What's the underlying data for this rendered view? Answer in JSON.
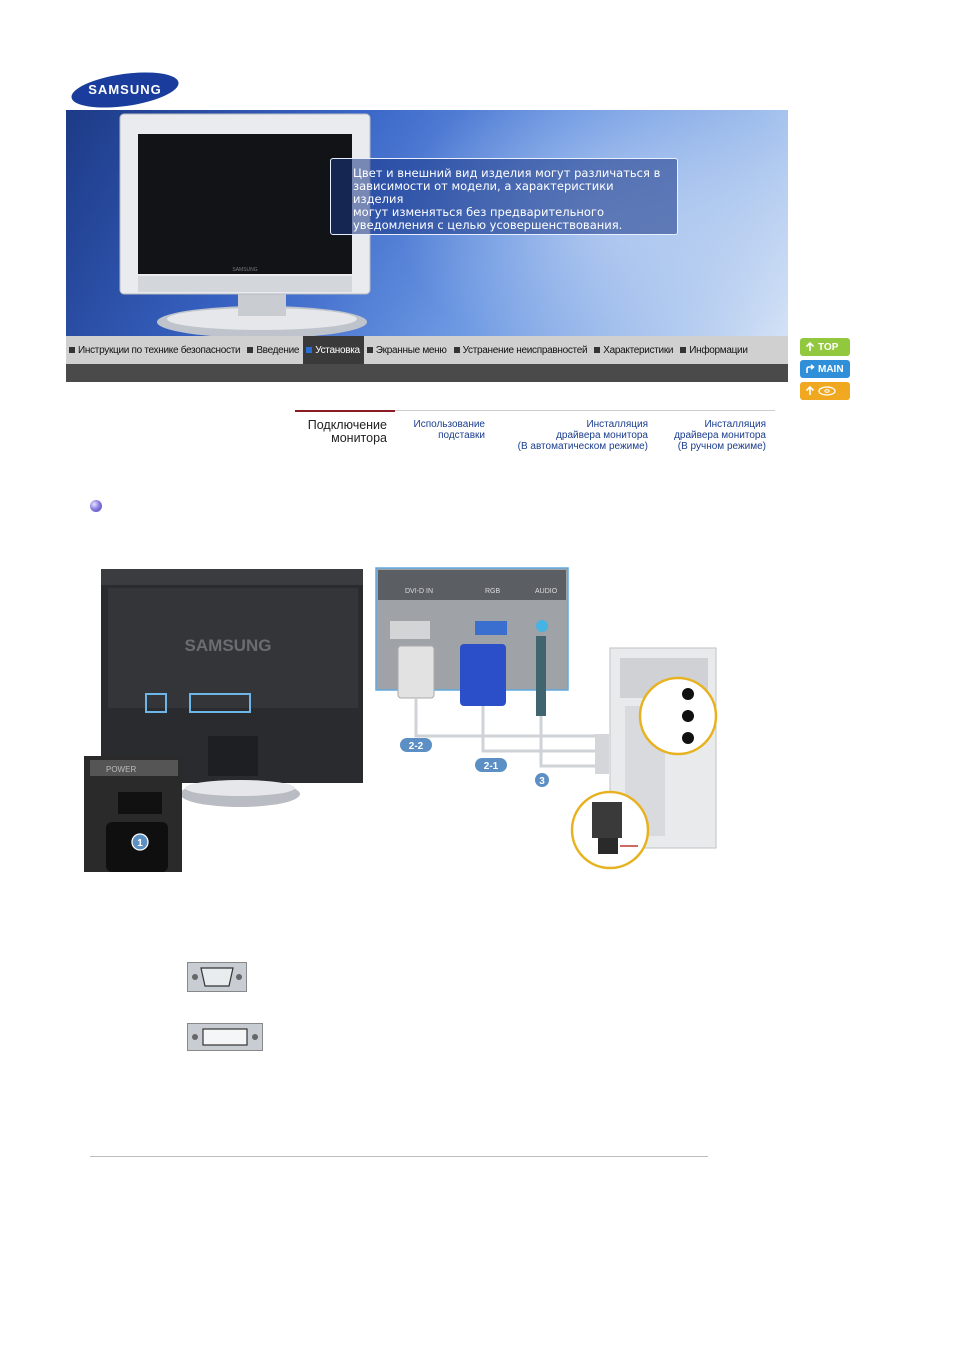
{
  "logo": {
    "text": "SAMSUNG"
  },
  "banner": {
    "notice_lines": [
      "Цвет и внешний вид изделия могут различаться в",
      "зависимости от модели, а характеристики изделия",
      "могут изменяться без предварительного",
      "уведомления с целью усовершенствования."
    ],
    "monitor_brand": "SAMSUNG"
  },
  "main_nav": [
    {
      "label": "Инструкции по технике безопасности",
      "active": false
    },
    {
      "label": "Введение",
      "active": false
    },
    {
      "label": "Установка",
      "active": true
    },
    {
      "label": "Экранные меню",
      "active": false
    },
    {
      "label": "Устранение неисправностей",
      "active": false
    },
    {
      "label": "Характеристики",
      "active": false
    },
    {
      "label": "Информации",
      "active": false
    }
  ],
  "side_buttons": {
    "top": "TOP",
    "main": "MAIN"
  },
  "sub_tabs": [
    {
      "lines": [
        "Подключение",
        "монитора"
      ],
      "active": true
    },
    {
      "lines": [
        "Использование",
        "подставки"
      ],
      "active": false
    },
    {
      "lines": [
        "Инсталляция",
        "драйвера монитора",
        "(В автоматическом режиме)"
      ],
      "active": false
    },
    {
      "lines": [
        "Инсталляция",
        "драйвера монитора",
        "(В ручном режиме)"
      ],
      "active": false
    }
  ],
  "diagram": {
    "monitor_brand": "SAMSUNG",
    "port_labels": [
      "DVI-D IN",
      "RGB",
      "AUDIO"
    ],
    "power_label": "POWER",
    "callouts": [
      "1",
      "2-2",
      "2-1",
      "3"
    ]
  },
  "colors": {
    "nav_active": "#3a3a3a",
    "tab_accent": "#8a1c22",
    "link": "#1a3d8f",
    "top_btn": "#92c83e",
    "main_btn": "#2f8fd8",
    "back_btn": "#f0a820",
    "callout": "#5c8fc4"
  }
}
